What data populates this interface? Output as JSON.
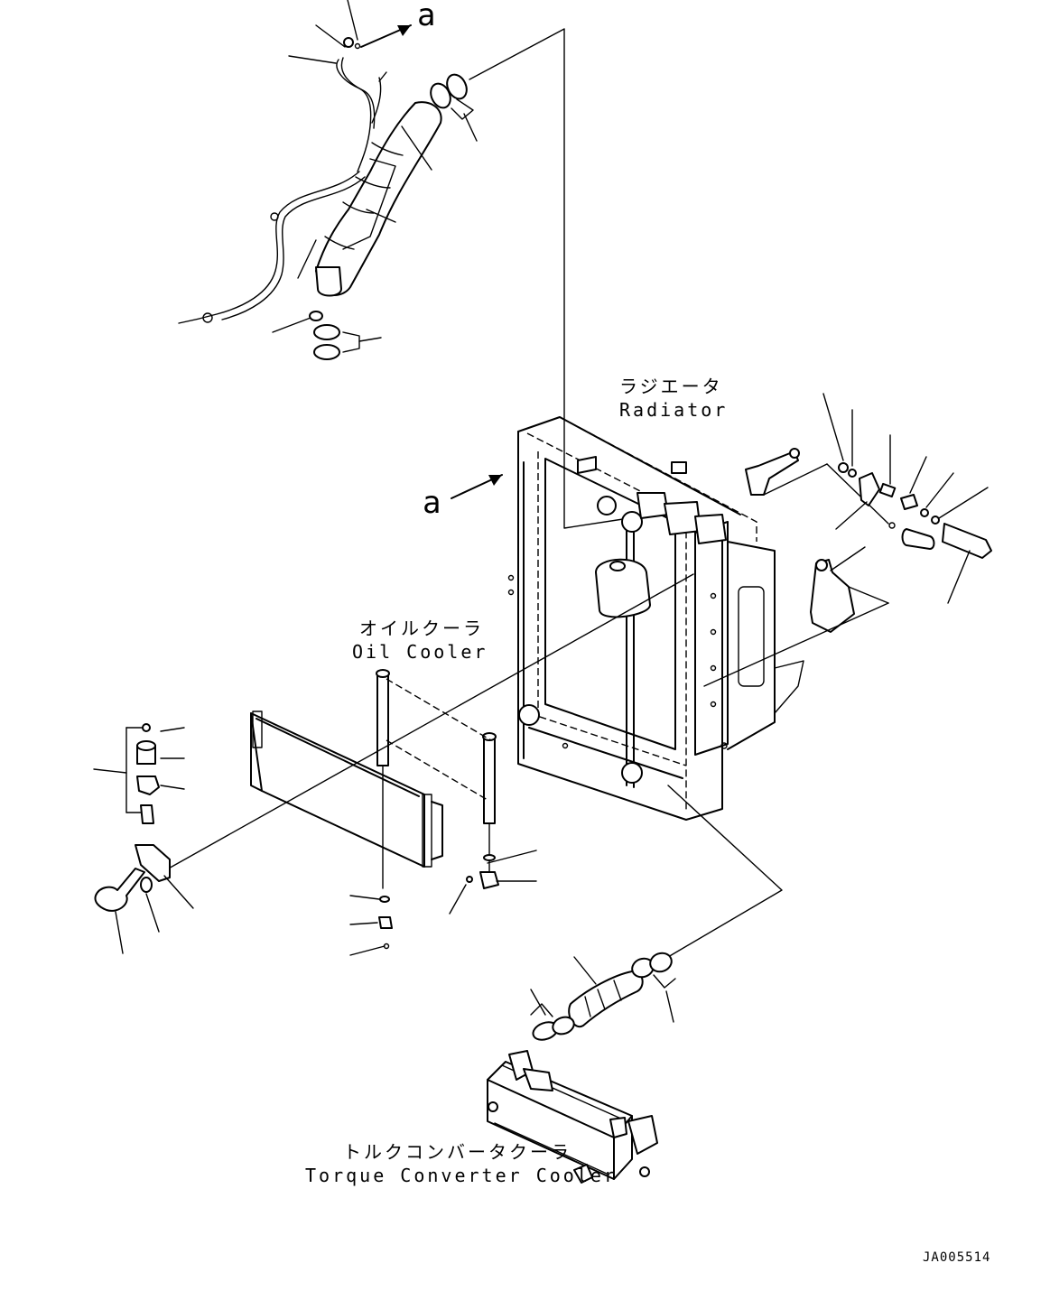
{
  "labels": {
    "radiator_jp": "ラジエータ",
    "radiator_en": "Radiator",
    "oil_cooler_jp": "オイルクーラ",
    "oil_cooler_en": "Oil Cooler",
    "torque_converter_cooler_jp": "トルクコンバータクーラ",
    "torque_converter_cooler_en": "Torque Converter Cooler",
    "ref_a_top": "a",
    "ref_a_mid": "a",
    "drawing_code": "JA005514"
  }
}
